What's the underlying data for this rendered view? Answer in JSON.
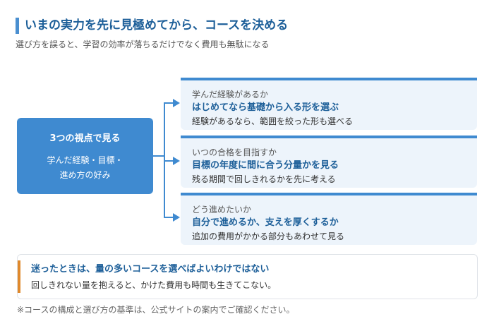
{
  "header": {
    "title": "いまの実力を先に見極めてから、コースを決める",
    "subtitle": "選び方を誤ると、学習の効率が落ちるだけでなく費用も無駄になる"
  },
  "perspective": {
    "title": "3つの視点で見る",
    "line1": "学んだ経験・目標・",
    "line2": "進め方の好み"
  },
  "cards": [
    {
      "sub": "学んだ経験があるか",
      "head": "はじめてなら基礎から入る形を選ぶ",
      "body": "経験があるなら、範囲を絞った形も選べる"
    },
    {
      "sub": "いつの合格を目指すか",
      "head": "目標の年度に間に合う分量かを見る",
      "body": "残る期間で回しきれるかを先に考える"
    },
    {
      "sub": "どう進めたいか",
      "head": "自分で進めるか、支えを厚くするか",
      "body": "追加の費用がかかる部分もあわせて見る"
    }
  ],
  "note": {
    "title": "迷ったときは、量の多いコースを選べばよいわけではない",
    "body": "回しきれない量を抱えると、かけた費用も時間も生きてこない。"
  },
  "footnote": "※コースの構成と選び方の基準は、公式サイトの案内でご確認ください。",
  "colors": {
    "accent": "#3f8ad0",
    "heading": "#1d5f99",
    "card_bg": "#edf4fb",
    "note_accent": "#e0892c"
  }
}
